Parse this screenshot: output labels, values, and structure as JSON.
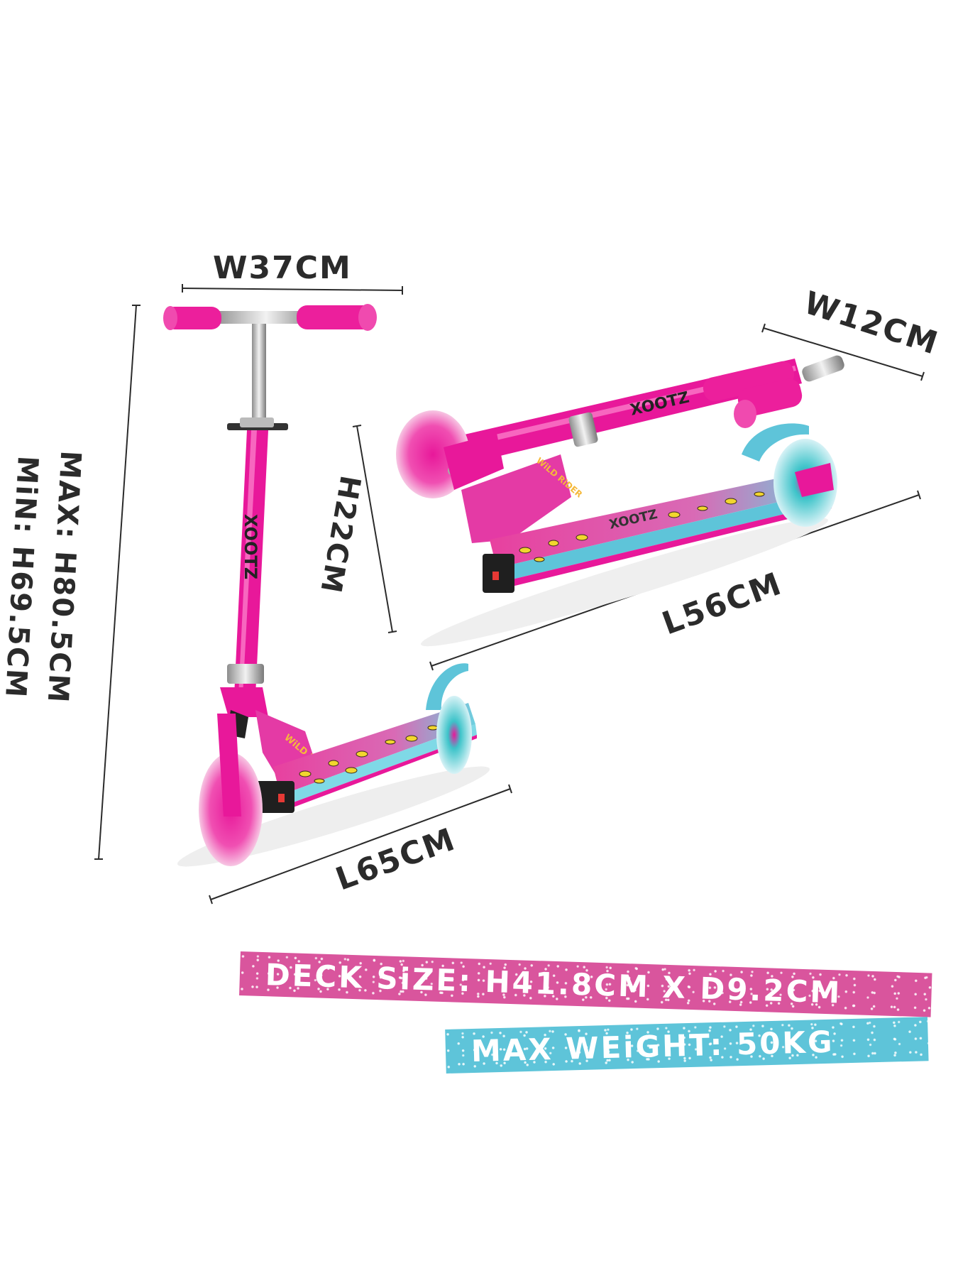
{
  "dimensions": {
    "unfolded_height": "MAX: H80.5CM\nMIN: H69.5CM",
    "unfolded_height_max": "MAX: H80.5CM",
    "unfolded_height_min": "MiN: H69.5CM",
    "handlebar_width": "W37CM",
    "unfolded_length": "L65CM",
    "folded_width": "W12CM",
    "folded_height": "H22CM",
    "folded_length": "L56CM"
  },
  "banners": {
    "deck_size": "DECK SiZE: H41.8CM X D9.2CM",
    "max_weight": "MAX WEiGHT: 50KG"
  },
  "product": {
    "brand_logo": "XOOTZ",
    "deck_sticker": "WiLD RiDER"
  },
  "colors": {
    "scooter_pink": "#e8189a",
    "accent_cyan": "#5ec4d9",
    "banner_pink": "#d9559d",
    "label_dark": "#2b2b2b",
    "leopard_yellow": "#f2d62e"
  }
}
